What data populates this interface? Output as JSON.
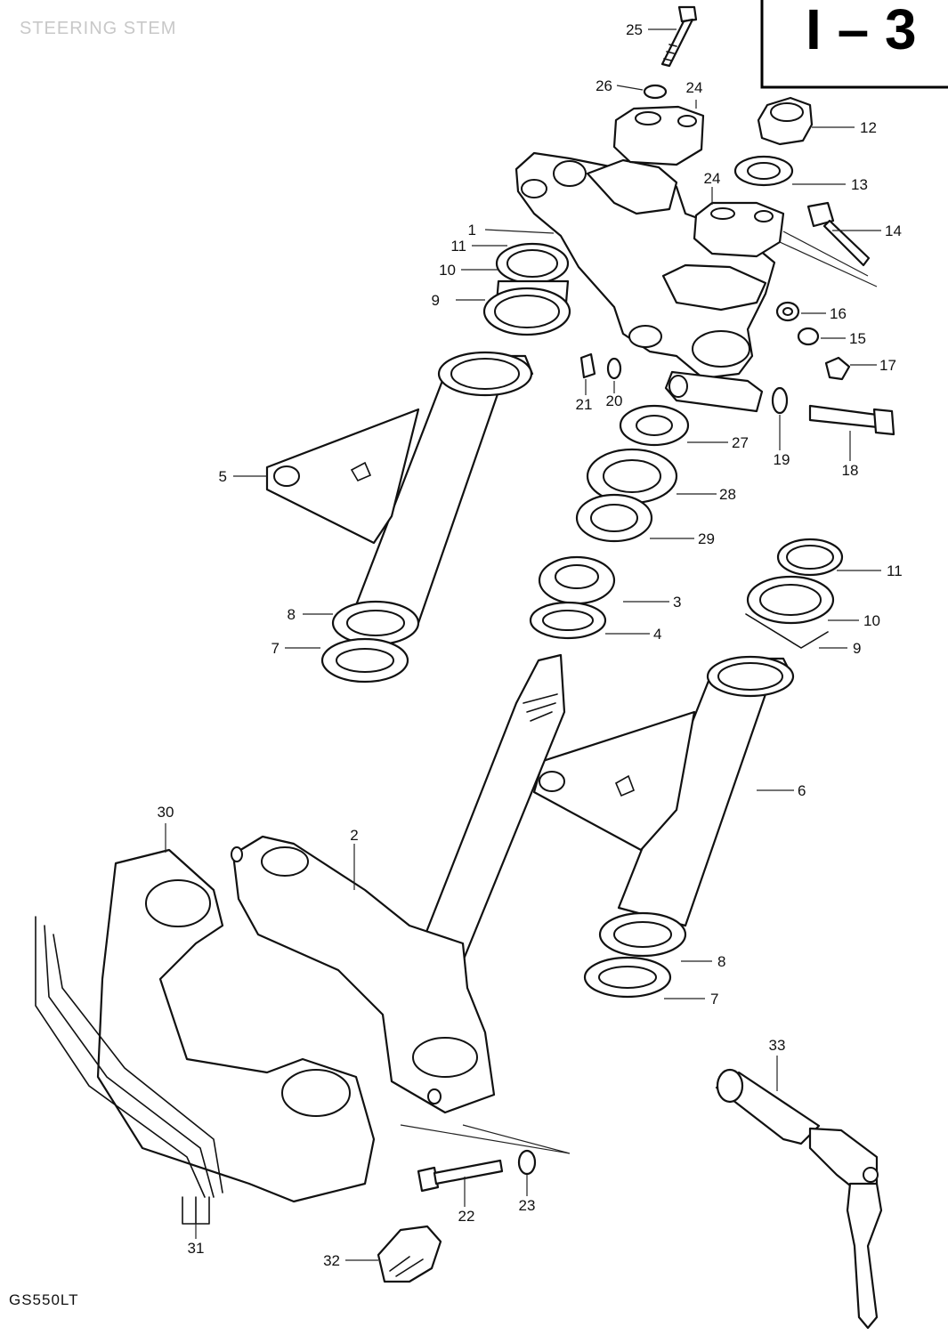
{
  "header": {
    "section_title": "STEERING STEM",
    "section_code": "I – 3",
    "model": "GS550LT"
  },
  "callouts": [
    {
      "id": "c1",
      "label": "1"
    },
    {
      "id": "c2",
      "label": "2"
    },
    {
      "id": "c3",
      "label": "3"
    },
    {
      "id": "c4",
      "label": "4"
    },
    {
      "id": "c5",
      "label": "5"
    },
    {
      "id": "c6",
      "label": "6"
    },
    {
      "id": "c7a",
      "label": "7"
    },
    {
      "id": "c7b",
      "label": "7"
    },
    {
      "id": "c8a",
      "label": "8"
    },
    {
      "id": "c8b",
      "label": "8"
    },
    {
      "id": "c9a",
      "label": "9"
    },
    {
      "id": "c9b",
      "label": "9"
    },
    {
      "id": "c10a",
      "label": "10"
    },
    {
      "id": "c10b",
      "label": "10"
    },
    {
      "id": "c11a",
      "label": "11"
    },
    {
      "id": "c11b",
      "label": "11"
    },
    {
      "id": "c12",
      "label": "12"
    },
    {
      "id": "c13",
      "label": "13"
    },
    {
      "id": "c14",
      "label": "14"
    },
    {
      "id": "c15",
      "label": "15"
    },
    {
      "id": "c16",
      "label": "16"
    },
    {
      "id": "c17",
      "label": "17"
    },
    {
      "id": "c18",
      "label": "18"
    },
    {
      "id": "c19",
      "label": "19"
    },
    {
      "id": "c20",
      "label": "20"
    },
    {
      "id": "c21",
      "label": "21"
    },
    {
      "id": "c22",
      "label": "22"
    },
    {
      "id": "c23",
      "label": "23"
    },
    {
      "id": "c24a",
      "label": "24"
    },
    {
      "id": "c24b",
      "label": "24"
    },
    {
      "id": "c25",
      "label": "25"
    },
    {
      "id": "c26",
      "label": "26"
    },
    {
      "id": "c27",
      "label": "27"
    },
    {
      "id": "c28",
      "label": "28"
    },
    {
      "id": "c29",
      "label": "29"
    },
    {
      "id": "c30",
      "label": "30"
    },
    {
      "id": "c31",
      "label": "31"
    },
    {
      "id": "c32",
      "label": "32"
    },
    {
      "id": "c33",
      "label": "33"
    }
  ]
}
